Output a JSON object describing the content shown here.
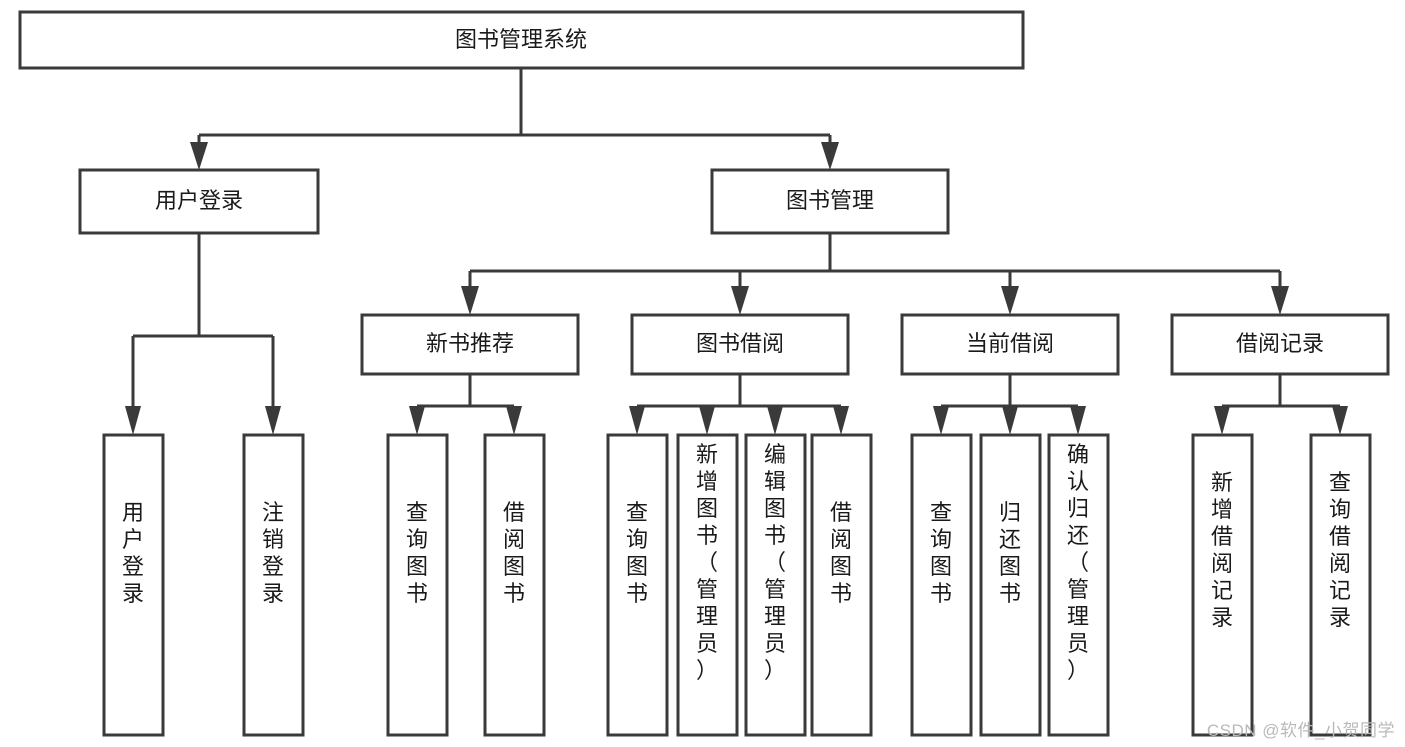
{
  "diagram": {
    "title": "图书管理系统",
    "watermark": "CSDN @软件_小贺同学",
    "accent_color": "#3a3a3a",
    "box_fill": "#ffffff",
    "nodes": {
      "root": {
        "label": "图书管理系统",
        "orientation": "horizontal"
      },
      "l1_user_login": {
        "label": "用户登录",
        "orientation": "horizontal"
      },
      "l1_book_manage": {
        "label": "图书管理",
        "orientation": "horizontal"
      },
      "l2_new_book_rec": {
        "label": "新书推荐",
        "orientation": "horizontal"
      },
      "l2_book_borrow": {
        "label": "图书借阅",
        "orientation": "horizontal"
      },
      "l2_current_borrow": {
        "label": "当前借阅",
        "orientation": "horizontal"
      },
      "l2_borrow_record": {
        "label": "借阅记录",
        "orientation": "horizontal"
      },
      "leaf_user_login": {
        "label": "用户登录",
        "orientation": "vertical"
      },
      "leaf_logout": {
        "label": "注销登录",
        "orientation": "vertical"
      },
      "leaf_query_book_1": {
        "label": "查询图书",
        "orientation": "vertical"
      },
      "leaf_borrow_book_1": {
        "label": "借阅图书",
        "orientation": "vertical"
      },
      "leaf_query_book_2": {
        "label": "查询图书",
        "orientation": "vertical"
      },
      "leaf_add_book": {
        "label": "新增图书（管理员）",
        "orientation": "vertical"
      },
      "leaf_edit_book": {
        "label": "编辑图书（管理员）",
        "orientation": "vertical"
      },
      "leaf_borrow_book_2": {
        "label": "借阅图书",
        "orientation": "vertical"
      },
      "leaf_query_book_3": {
        "label": "查询图书",
        "orientation": "vertical"
      },
      "leaf_return_book": {
        "label": "归还图书",
        "orientation": "vertical"
      },
      "leaf_confirm_return": {
        "label": "确认归还（管理员）",
        "orientation": "vertical"
      },
      "leaf_add_record": {
        "label": "新增借阅记录",
        "orientation": "vertical"
      },
      "leaf_query_record": {
        "label": "查询借阅记录",
        "orientation": "vertical"
      }
    },
    "hierarchy": {
      "root_label": "图书管理系统",
      "children": [
        {
          "label": "用户登录",
          "children": [
            {
              "label": "用户登录"
            },
            {
              "label": "注销登录"
            }
          ]
        },
        {
          "label": "图书管理",
          "children": [
            {
              "label": "新书推荐",
              "children": [
                {
                  "label": "查询图书"
                },
                {
                  "label": "借阅图书"
                }
              ]
            },
            {
              "label": "图书借阅",
              "children": [
                {
                  "label": "查询图书"
                },
                {
                  "label": "新增图书（管理员）"
                },
                {
                  "label": "编辑图书（管理员）"
                },
                {
                  "label": "借阅图书"
                }
              ]
            },
            {
              "label": "当前借阅",
              "children": [
                {
                  "label": "查询图书"
                },
                {
                  "label": "归还图书"
                },
                {
                  "label": "确认归还（管理员）"
                }
              ]
            },
            {
              "label": "借阅记录",
              "children": [
                {
                  "label": "新增借阅记录"
                },
                {
                  "label": "查询借阅记录"
                }
              ]
            }
          ]
        }
      ]
    }
  }
}
